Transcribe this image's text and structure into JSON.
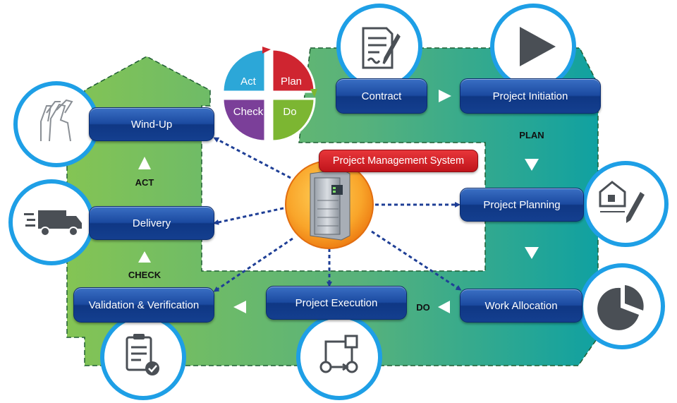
{
  "pdca": {
    "act": "Act",
    "plan": "Plan",
    "check": "Check",
    "do": "Do"
  },
  "center": {
    "label": "Project Management System",
    "icon": "server-rack-icon"
  },
  "phases": {
    "plan": "PLAN",
    "do": "DO",
    "check": "CHECK",
    "act": "ACT"
  },
  "stages": {
    "contract": "Contract",
    "project_initiation": "Project Initiation",
    "project_planning": "Project Planning",
    "work_allocation": "Work Allocation",
    "project_execution": "Project Execution",
    "validation": "Validation & Verification",
    "delivery": "Delivery",
    "wind_up": "Wind-Up"
  },
  "icons": {
    "contract": "contract-sign-icon",
    "project_initiation": "play-icon",
    "project_planning": "house-plan-pencil-icon",
    "work_allocation": "pie-chart-icon",
    "project_execution": "workflow-icon",
    "validation": "checklist-icon",
    "delivery": "delivery-truck-icon",
    "wind_up": "handshake-icon"
  },
  "colors": {
    "band_left": "#79bd4f",
    "band_right": "#16a3a0",
    "button_blue": "#1b4aa0",
    "ring_blue": "#1e9fe6",
    "pdca_act": "#2ca7d8",
    "pdca_plan": "#c8202a",
    "pdca_check": "#7a3f98",
    "pdca_do": "#79b52f",
    "center_orange": "#f7931e",
    "label_red": "#d52a30"
  }
}
